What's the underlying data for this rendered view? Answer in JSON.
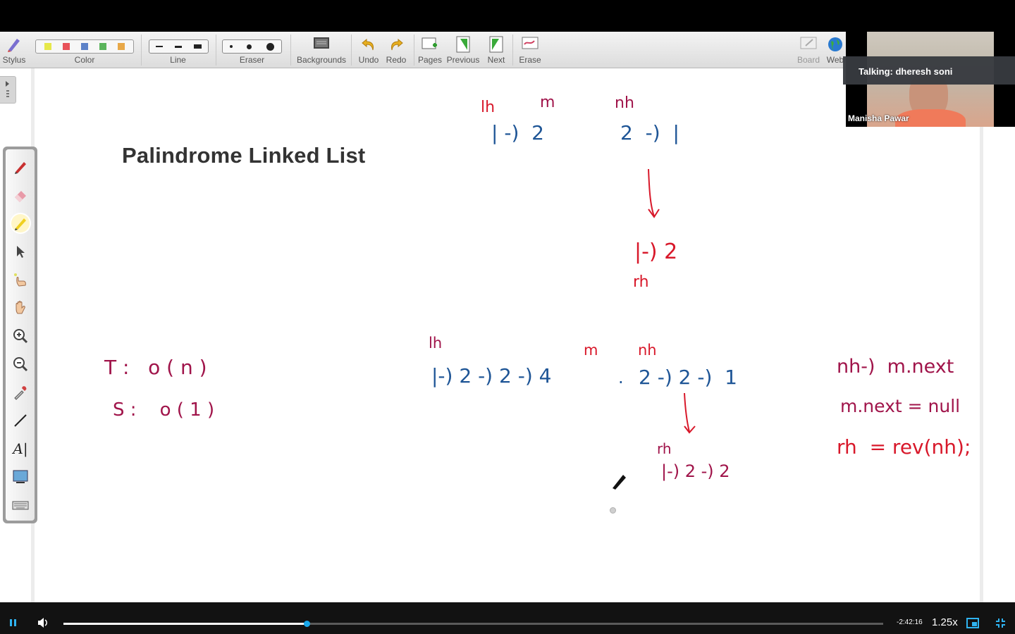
{
  "toolbar": {
    "stylus_label": "Stylus",
    "color_label": "Color",
    "line_label": "Line",
    "eraser_label": "Eraser",
    "backgrounds_label": "Backgrounds",
    "undo_label": "Undo",
    "redo_label": "Redo",
    "pages_label": "Pages",
    "previous_label": "Previous",
    "next_label": "Next",
    "erase_label": "Erase",
    "board_label": "Board",
    "web_label": "Web",
    "colors": [
      "#e6e84a",
      "#e8525a",
      "#5d82c8",
      "#5bb45c",
      "#e8a848"
    ]
  },
  "whiteboard": {
    "title": "Palindrome Linked List",
    "top_example": {
      "lh": "lh",
      "m": "m",
      "nh": "nh",
      "left_part": "| -)  2",
      "right_part": "2  -)  |",
      "reversed": "|-) 2",
      "rh": "rh"
    },
    "complexity": {
      "time": "T :   o ( n )",
      "space": "S :    o ( 1 )"
    },
    "bottom_example": {
      "lh": "lh",
      "m": "m",
      "nh": "nh",
      "list": "|-) 2 -) 2 -) 4",
      "dot": ".",
      "second_half": "2 -) 2 -)  1",
      "rh": "rh",
      "reversed": "|-) 2 -) 2"
    },
    "steps": [
      "nh-)  m.next",
      "m.next = null",
      "rh  = rev(nh);"
    ]
  },
  "video": {
    "talking": "Talking: dheresh soni",
    "participant": "Manisha Pawar"
  },
  "player": {
    "time_remaining": "-2:42:16",
    "speed": "1.25x",
    "progress": 0.297
  }
}
